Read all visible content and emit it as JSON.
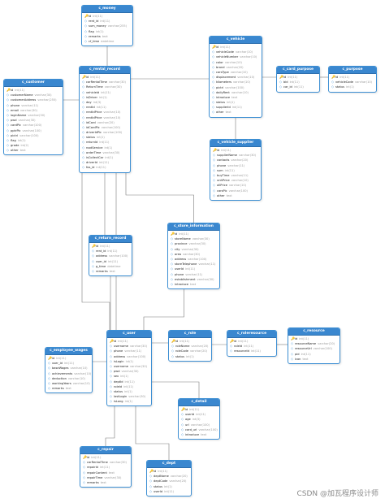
{
  "tables": [
    {
      "id": "c_money",
      "title": "c_money",
      "columns": [
        [
          "pk",
          "id",
          "int(11)"
        ],
        [
          "",
          "rent_id",
          "int(11)"
        ],
        [
          "",
          "sum_money",
          "varchar(255)"
        ],
        [
          "",
          "flag",
          "int(1)"
        ],
        [
          "",
          "remarks",
          "text"
        ],
        [
          "",
          "cf_time",
          "datetime"
        ]
      ]
    },
    {
      "id": "c_vehicle",
      "title": "c_vehicle",
      "columns": [
        [
          "pk",
          "id",
          "int(11)"
        ],
        [
          "",
          "vehicleCode",
          "varchar(10)"
        ],
        [
          "",
          "vehicleNumber",
          "varchar(10)"
        ],
        [
          "",
          "color",
          "varchar(10)"
        ],
        [
          "",
          "brand",
          "varchar(20)"
        ],
        [
          "",
          "carsType",
          "varchar(10)"
        ],
        [
          "",
          "displacement",
          "varchar(10)"
        ],
        [
          "",
          "kilometers",
          "varchar(10)"
        ],
        [
          "",
          "pictrl",
          "varchar(100)"
        ],
        [
          "",
          "dailyRent",
          "varchar(10)"
        ],
        [
          "",
          "introduce",
          "text"
        ],
        [
          "",
          "status",
          "int(1)"
        ],
        [
          "",
          "supplierId",
          "int(11)"
        ],
        [
          "",
          "other",
          "text"
        ]
      ]
    },
    {
      "id": "c_rental_record",
      "title": "c_rental_record",
      "columns": [
        [
          "pk",
          "id",
          "int(11)"
        ],
        [
          "",
          "carRentalTime",
          "varchar(30)"
        ],
        [
          "",
          "ReturnTime",
          "varchar(30)"
        ],
        [
          "",
          "vehicleId",
          "int(11)"
        ],
        [
          "",
          "isDriver",
          "int(1)"
        ],
        [
          "",
          "day",
          "int(3)"
        ],
        [
          "",
          "rentId",
          "int(11)"
        ],
        [
          "",
          "rentIdPrice",
          "varchar(10)"
        ],
        [
          "",
          "rentIdPrice",
          "varchar(10)"
        ],
        [
          "",
          "idCard",
          "varchar(20)"
        ],
        [
          "",
          "idCardPic",
          "varchar(100)"
        ],
        [
          "",
          "driverIdPic",
          "varchar(100)"
        ],
        [
          "",
          "status",
          "int(1)"
        ],
        [
          "",
          "returnId",
          "int(11)"
        ],
        [
          "",
          "rootService",
          "int(1)"
        ],
        [
          "",
          "orderTime",
          "varchar(30)"
        ],
        [
          "",
          "isCollectCar",
          "int(1)"
        ],
        [
          "",
          "driverId",
          "int(11)"
        ],
        [
          "",
          "fos_id",
          "int(11)"
        ]
      ]
    },
    {
      "id": "c_card_purpose",
      "title": "c_card_purpose",
      "columns": [
        [
          "pk",
          "id",
          "int(11)"
        ],
        [
          "",
          "bid",
          "int(11)"
        ],
        [
          "",
          "car_id",
          "int(11)"
        ]
      ]
    },
    {
      "id": "c_purpose",
      "title": "c_purpose",
      "columns": [
        [
          "pk",
          "id",
          "int(11)"
        ],
        [
          "",
          "vehicleCode",
          "varchar(10)"
        ],
        [
          "",
          "status",
          "int(1)"
        ]
      ]
    },
    {
      "id": "c_customer",
      "title": "c_customer",
      "columns": [
        [
          "pk",
          "id",
          "int(11)"
        ],
        [
          "",
          "customerName",
          "varchar(30)"
        ],
        [
          "",
          "customerAddress",
          "varchar(255)"
        ],
        [
          "",
          "phone",
          "varchar(11)"
        ],
        [
          "",
          "email",
          "varchar(30)"
        ],
        [
          "",
          "loginName",
          "varchar(30)"
        ],
        [
          "",
          "pwd",
          "varchar(30)"
        ],
        [
          "",
          "cardPic",
          "varchar(100)"
        ],
        [
          "",
          "pptrPic",
          "varchar(100)"
        ],
        [
          "",
          "pictrl",
          "varchar(100)"
        ],
        [
          "",
          "flag",
          "int(1)"
        ],
        [
          "",
          "grade",
          "int(2)"
        ],
        [
          "",
          "other",
          "text"
        ]
      ]
    },
    {
      "id": "c_vehicle_supplier",
      "title": "c_vehicle_supplier",
      "columns": [
        [
          "pk",
          "id",
          "int(11)"
        ],
        [
          "",
          "supplierName",
          "varchar(30)"
        ],
        [
          "",
          "contacts",
          "varchar(20)"
        ],
        [
          "",
          "phone",
          "varchar(11)"
        ],
        [
          "",
          "sum",
          "int(11)"
        ],
        [
          "",
          "buyTime",
          "varchar(11)"
        ],
        [
          "",
          "unitPrice",
          "varchar(10)"
        ],
        [
          "",
          "allPrice",
          "varchar(10)"
        ],
        [
          "",
          "carsPic",
          "varchar(100)"
        ],
        [
          "",
          "other",
          "text"
        ]
      ]
    },
    {
      "id": "c_store_information",
      "title": "c_store_information",
      "columns": [
        [
          "pk",
          "id",
          "int(11)"
        ],
        [
          "",
          "storeName",
          "varchar(30)"
        ],
        [
          "",
          "province",
          "varchar(30)"
        ],
        [
          "",
          "city",
          "varchar(30)"
        ],
        [
          "",
          "area",
          "varchar(30)"
        ],
        [
          "",
          "address",
          "varchar(100)"
        ],
        [
          "",
          "storeTelephone",
          "varchar(11)"
        ],
        [
          "",
          "userId",
          "int(11)"
        ],
        [
          "",
          "phone",
          "varchar(11)"
        ],
        [
          "",
          "establishment",
          "varchar(30)"
        ],
        [
          "",
          "introduce",
          "text"
        ]
      ]
    },
    {
      "id": "c_return_record",
      "title": "c_return_record",
      "columns": [
        [
          "pk",
          "id",
          "int(11)"
        ],
        [
          "",
          "rent_id",
          "int(11)"
        ],
        [
          "",
          "address",
          "varchar(100)"
        ],
        [
          "",
          "user_id",
          "int(11)"
        ],
        [
          "",
          "g_time",
          "datetime"
        ],
        [
          "",
          "remarks",
          "text"
        ]
      ]
    },
    {
      "id": "c_employee_wages",
      "title": "c_employee_wages",
      "columns": [
        [
          "pk",
          "id",
          "int(11)"
        ],
        [
          "",
          "user_id",
          "int(11)"
        ],
        [
          "",
          "baseWages",
          "varchar(10)"
        ],
        [
          "",
          "achievements",
          "varchar(10)"
        ],
        [
          "",
          "deduction",
          "varchar(10)"
        ],
        [
          "",
          "workingYears",
          "varchar(10)"
        ],
        [
          "",
          "remarks",
          "text"
        ]
      ]
    },
    {
      "id": "c_user",
      "title": "c_user",
      "columns": [
        [
          "pk",
          "id",
          "int(11)"
        ],
        [
          "",
          "username",
          "varchar(30)"
        ],
        [
          "",
          "phone",
          "varchar(11)"
        ],
        [
          "",
          "address",
          "varchar(100)"
        ],
        [
          "",
          "isLogin",
          "int(1)"
        ],
        [
          "",
          "username",
          "varchar(30)"
        ],
        [
          "",
          "pwd",
          "varchar(30)"
        ],
        [
          "",
          "sex",
          "int(1)"
        ],
        [
          "",
          "deptId",
          "int(11)"
        ],
        [
          "",
          "roleId",
          "int(11)"
        ],
        [
          "",
          "status",
          "int(1)"
        ],
        [
          "",
          "lastLogin",
          "varchar(30)"
        ],
        [
          "",
          "isLong",
          "int(1)"
        ]
      ]
    },
    {
      "id": "c_role",
      "title": "c_role",
      "columns": [
        [
          "pk",
          "id",
          "int(11)"
        ],
        [
          "",
          "roleName",
          "varchar(20)"
        ],
        [
          "",
          "roleCode",
          "varchar(20)"
        ],
        [
          "",
          "status",
          "int(1)"
        ]
      ]
    },
    {
      "id": "c_roleresource",
      "title": "c_roleresource",
      "columns": [
        [
          "pk",
          "id",
          "int(11)"
        ],
        [
          "",
          "roleId",
          "int(11)"
        ],
        [
          "",
          "resourceId",
          "int(11)"
        ]
      ]
    },
    {
      "id": "c_resource",
      "title": "c_resource",
      "columns": [
        [
          "pk",
          "id",
          "int(11)"
        ],
        [
          "",
          "resourceName",
          "varchar(20)"
        ],
        [
          "",
          "resourceUrl",
          "varchar(100)"
        ],
        [
          "",
          "pid",
          "int(11)"
        ],
        [
          "",
          "icon",
          "text"
        ]
      ]
    },
    {
      "id": "c_detail",
      "title": "c_detail",
      "columns": [
        [
          "pk",
          "id",
          "int(11)"
        ],
        [
          "",
          "userId",
          "int(11)"
        ],
        [
          "",
          "age",
          "int(3)"
        ],
        [
          "",
          "url",
          "varchar(100)"
        ],
        [
          "",
          "card_url",
          "varchar(100)"
        ],
        [
          "",
          "introduce",
          "text"
        ]
      ]
    },
    {
      "id": "c_repair",
      "title": "c_repair",
      "columns": [
        [
          "pk",
          "id",
          "int(11)"
        ],
        [
          "",
          "carRentalTime",
          "varchar(30)"
        ],
        [
          "",
          "repairId",
          "int(11)"
        ],
        [
          "",
          "repairContent",
          "text"
        ],
        [
          "",
          "repairTime",
          "varchar(30)"
        ],
        [
          "",
          "remarks",
          "text"
        ]
      ]
    },
    {
      "id": "c_dept",
      "title": "c_dept",
      "columns": [
        [
          "pk",
          "id",
          "int(11)"
        ],
        [
          "",
          "deptName",
          "varchar(20)"
        ],
        [
          "",
          "deptCode",
          "varchar(20)"
        ],
        [
          "",
          "status",
          "int(1)"
        ],
        [
          "",
          "userId",
          "int(11)"
        ]
      ]
    }
  ],
  "watermark": "CSDN @加瓦程序设计师",
  "colors": {
    "header": "#3a87cf",
    "border": "#3d8fd3",
    "line": "#7a7a7a"
  }
}
